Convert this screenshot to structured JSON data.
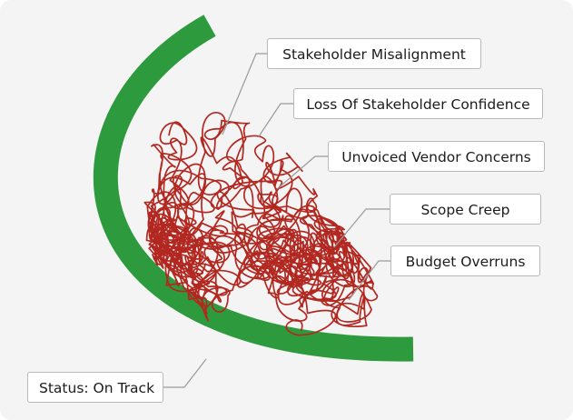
{
  "diagram": {
    "colors": {
      "background": "#f4f4f4",
      "arc": "#2e9a3e",
      "tangle": "#b22820",
      "leader": "#9a9a9a",
      "label_border": "#b9b9b9"
    },
    "arc_meaning": "status",
    "labels": {
      "misalignment": "Stakeholder Misalignment",
      "confidence": "Loss Of Stakeholder Confidence",
      "vendor": "Unvoiced Vendor Concerns",
      "scope": "Scope Creep",
      "budget": "Budget Overruns",
      "status": "Status: On Track"
    }
  }
}
